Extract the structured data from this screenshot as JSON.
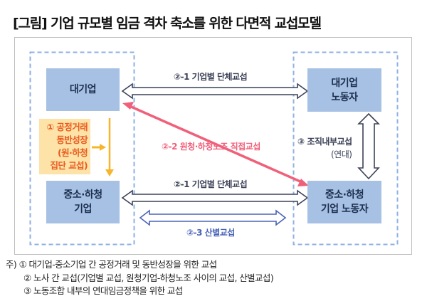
{
  "title": "[그림] 기업 규모별 임금 격차 축소를 위한 다면적 교섭모델",
  "nodes": {
    "large_firm": "대기업",
    "large_firm_workers_line1": "대기업",
    "large_firm_workers_line2": "노동자",
    "sme_line1": "중소·하청",
    "sme_line2": "기업",
    "sme_workers_line1": "중소·하청",
    "sme_workers_line2": "기업 노동자"
  },
  "fair_trade_box": {
    "line1": "① 공정거래",
    "line2": "동반성장",
    "line3": "(원·하청",
    "line4": "집단 교섭)"
  },
  "edges": {
    "top_enterprise": "②-1 기업별 단체교섭",
    "bottom_enterprise": "②-1 기업별 단체교섭",
    "direct": "②-2 원청·하청노조 직접교섭",
    "industry": "②-3 산별교섭",
    "internal_line1": "③ 조직내부교섭",
    "internal_line2": "(연대)"
  },
  "notes": {
    "prefix": "주)",
    "items": [
      "① 대기업-중소기업 간 공정거래 및 동반성장을 위한 교섭",
      "② 노사 간 교섭(기업별 교섭, 원청기업-하청노조 사이의 교섭, 산별교섭)",
      "③ 노동조합 내부의 연대임금정책을 위한 교섭"
    ]
  },
  "colors": {
    "node_fill": "#a6c1e4",
    "node_text": "#1d2f4f",
    "dashed_group": "#8fb0e3",
    "enterprise_arrow": "#3c4257",
    "direct_arrow": "#f0607a",
    "industry_arrow": "#4a63b8",
    "fair_trade_fill": "#fde3a7",
    "fair_trade_text": "#ea5a20",
    "fair_trade_arrow": "#f7b52c"
  }
}
